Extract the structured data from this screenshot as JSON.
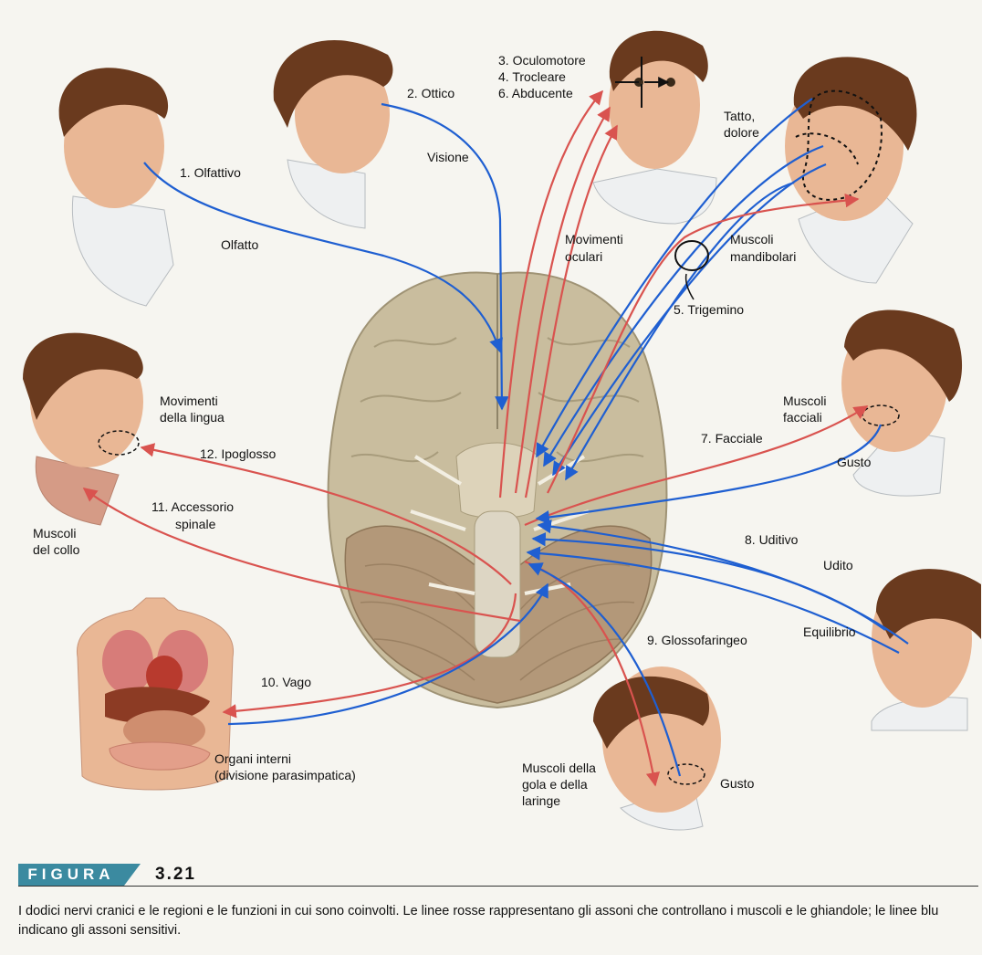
{
  "labels": {
    "olfattivo": "1. Olfattivo",
    "olfatto": "Olfatto",
    "ottico": "2. Ottico",
    "visione": "Visione",
    "oculomotore": "3. Oculomotore",
    "trocleare": "4. Trocleare",
    "abducente": "6. Abducente",
    "movimenti_oculari_1": "Movimenti",
    "movimenti_oculari_2": "oculari",
    "tatto_1": "Tatto,",
    "tatto_2": "dolore",
    "muscoli_mand_1": "Muscoli",
    "muscoli_mand_2": "mandibolari",
    "trigemino": "5. Trigemino",
    "movimenti_lingua_1": "Movimenti",
    "movimenti_lingua_2": "della lingua",
    "ipoglosso": "12. Ipoglosso",
    "accessorio_1": "11. Accessorio",
    "accessorio_2": "spinale",
    "muscoli_collo_1": "Muscoli",
    "muscoli_collo_2": "del collo",
    "muscoli_facciali_1": "Muscoli",
    "muscoli_facciali_2": "facciali",
    "facciale": "7. Facciale",
    "gusto_facciale": "Gusto",
    "uditivo": "8. Uditivo",
    "udito": "Udito",
    "equilibrio": "Equilibrio",
    "glossofaringeo": "9. Glossofaringeo",
    "vago": "10. Vago",
    "organi_1": "Organi interni",
    "organi_2": "(divisione parasimpatica)",
    "muscoli_gola_1": "Muscoli della",
    "muscoli_gola_2": "gola e della",
    "muscoli_gola_3": "laringe",
    "gusto_glosso": "Gusto"
  },
  "figure": {
    "tag": "FIGURA",
    "number": "3.21",
    "caption": "I dodici nervi cranici e le regioni e le funzioni in cui sono coinvolti. Le linee rosse rappresentano gli assoni che controllano i muscoli e le ghiandole; le linee blu indicano gli assoni sensitivi."
  },
  "colors": {
    "motor": "#d9534f",
    "sensory": "#1f5fd1",
    "brain": "#c9bd9e",
    "cerebellum": "#b39879",
    "skin": "#e9b795",
    "hair": "#6a3a1e",
    "shirt": "#eef0f1",
    "tag": "#3b8aa0"
  }
}
